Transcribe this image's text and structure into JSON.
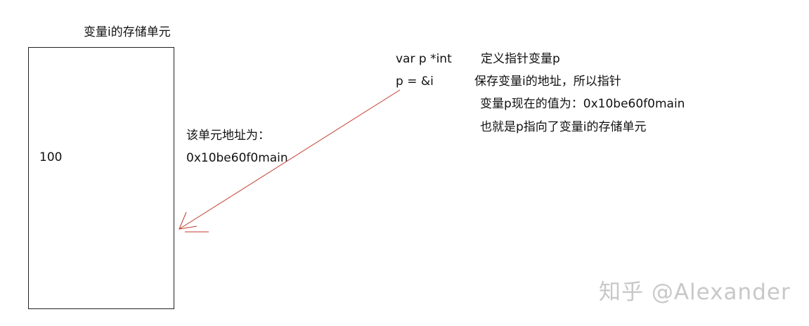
{
  "memory_cell": {
    "title": "变量i的存储单元",
    "value": "100"
  },
  "address_note": {
    "line1": "该单元地址为：",
    "line2": "0x10be60f0main"
  },
  "code": {
    "line1_code": "var p *int",
    "line1_comment": "定义指针变量p",
    "line2_code": "p = &i",
    "line2_comment": "保存变量i的地址，所以指针",
    "line3_comment": "变量p现在的值为：0x10be60f0main",
    "line4_comment": "也就是p指向了变量i的存储单元"
  },
  "arrow": {
    "color": "#c0392b"
  },
  "watermark": {
    "text": "知乎 @Alexander"
  }
}
